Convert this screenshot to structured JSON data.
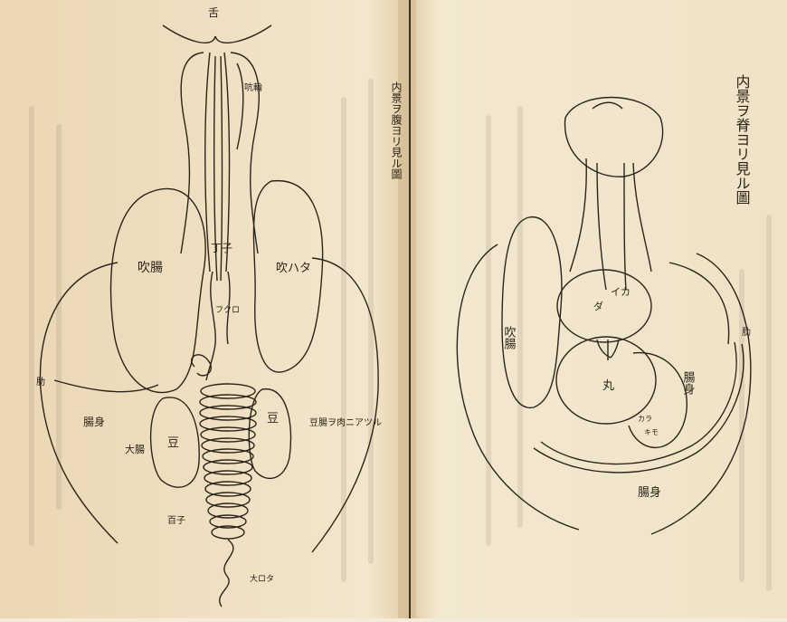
{
  "right_page": {
    "title": "内景ヲ脊ヨリ見ル圖",
    "labels": {
      "rib": "肋",
      "lung": "吹腸",
      "kidney_top": "腸身",
      "kidney_bottom": "腸身",
      "organ_upper": "イカ",
      "organ_sa": "ダ",
      "organ_round": "丸",
      "organ_small_1": "カラ",
      "organ_small_2": "キモ"
    }
  },
  "left_page": {
    "margin_title": "内景ヲ腹ヨリ見ル圖",
    "labels": {
      "tongue": "舌",
      "throat": "吭輪",
      "lung_left": "吹腸",
      "lung_right": "吹ハタ",
      "stomach": "丁子",
      "heart": "フクロ",
      "rib": "肋",
      "gut_body": "腸身",
      "large_intestine": "大腸",
      "bean_left": "豆",
      "bean_right": "豆",
      "note_right": "豆腸ヲ肉ニアツル",
      "hundred": "百子",
      "anus": "大ロタ"
    }
  }
}
